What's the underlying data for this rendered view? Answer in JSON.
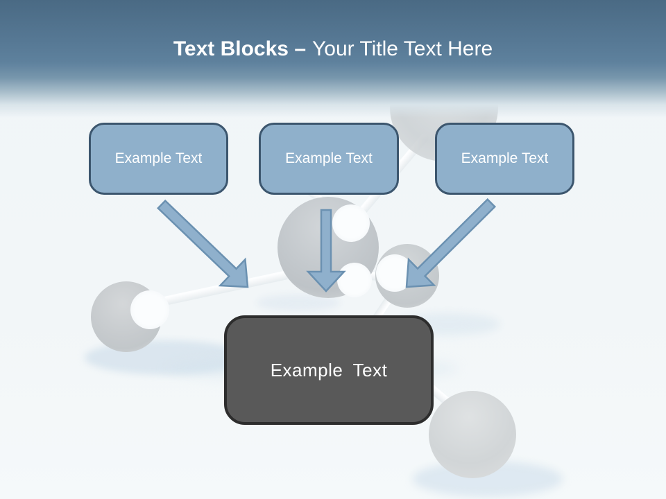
{
  "title": {
    "bold": "Text Blocks –",
    "regular": "Your Title Text Here"
  },
  "top_blocks": [
    {
      "label": "Example Text"
    },
    {
      "label": "Example Text"
    },
    {
      "label": "Example Text"
    }
  ],
  "center_block": {
    "label": "Example Text"
  },
  "colors": {
    "header_top": "#4a6a84",
    "header_mid": "#5e819d",
    "block_fill": "#8fb0cb",
    "block_border": "#3c566e",
    "arrow_fill": "#8fb0cc",
    "arrow_stroke": "#6b91b1",
    "center_block_fill": "#595959",
    "center_block_border": "#2d2d2d",
    "text": "#ffffff"
  }
}
